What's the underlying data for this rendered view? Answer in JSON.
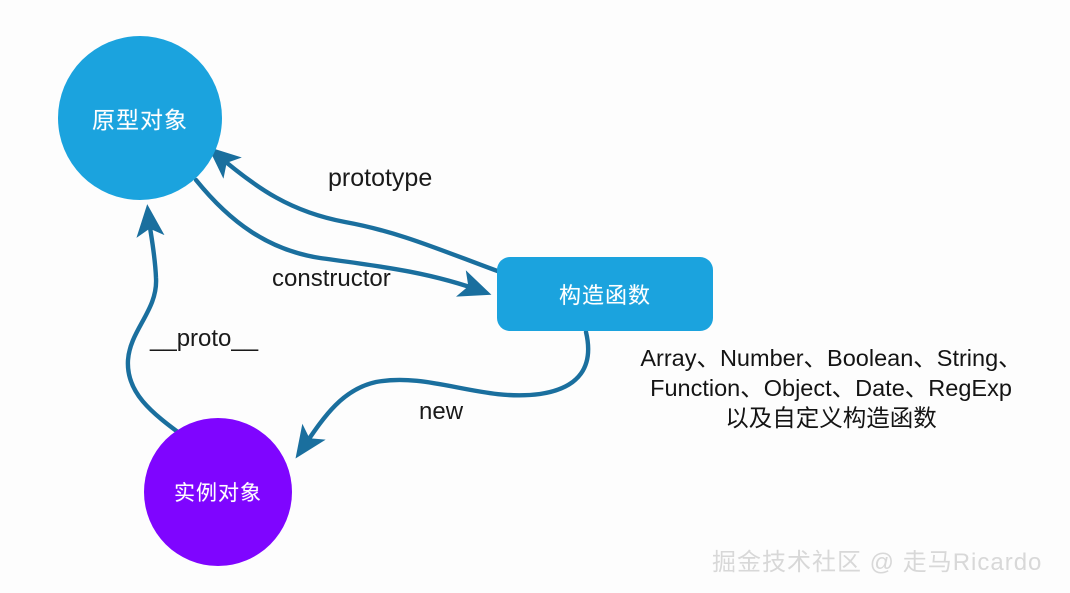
{
  "diagram": {
    "title": "JavaScript prototype chain diagram",
    "background_color": "#fdfdfd",
    "nodes": {
      "prototype_object": {
        "label": "原型对象",
        "shape": "circle",
        "color": "#1ba3de",
        "text_color": "#ffffff"
      },
      "constructor_function": {
        "label": "构造函数",
        "shape": "rounded-rect",
        "color": "#1ba3de",
        "text_color": "#ffffff"
      },
      "instance_object": {
        "label": "实例对象",
        "shape": "circle",
        "color": "#7f05ff",
        "text_color": "#ffffff"
      }
    },
    "edges": [
      {
        "id": "prototype",
        "label": "prototype",
        "from": "constructor_function",
        "to": "prototype_object",
        "color": "#1a6f9e"
      },
      {
        "id": "constructor",
        "label": "constructor",
        "from": "prototype_object",
        "to": "constructor_function",
        "color": "#1a6f9e"
      },
      {
        "id": "proto",
        "label": "__proto__",
        "from": "instance_object",
        "to": "prototype_object",
        "color": "#1a6f9e"
      },
      {
        "id": "new",
        "label": "new",
        "from": "constructor_function",
        "to": "instance_object",
        "color": "#1a6f9e"
      }
    ],
    "builtins_note": {
      "line1": "Array、Number、Boolean、String、",
      "line2": "Function、Object、Date、RegExp",
      "line3": "以及自定义构造函数"
    },
    "watermark": "掘金技术社区 @ 走马Ricardo"
  }
}
